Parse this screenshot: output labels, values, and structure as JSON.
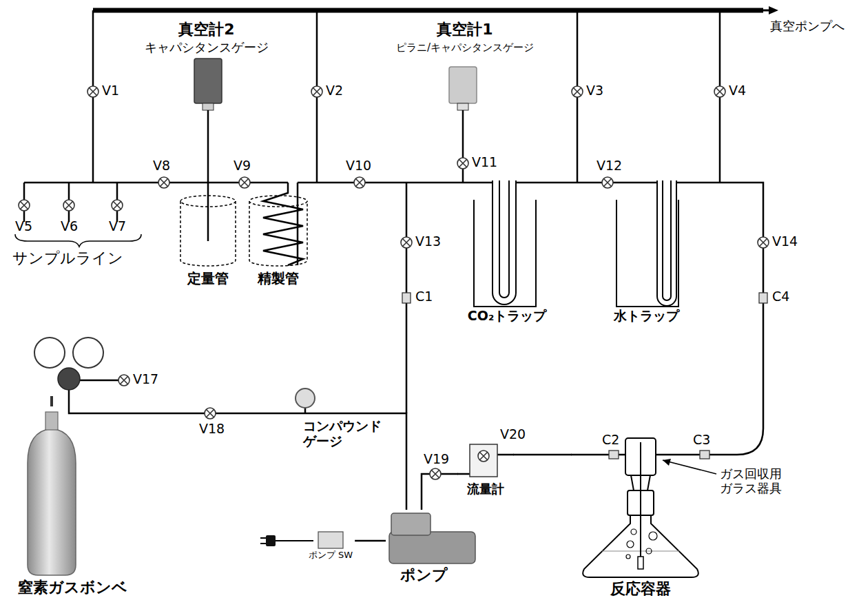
{
  "diagram": {
    "nodes": [
      {
        "text": [
          "真空計2",
          "キャパシタンスゲージ"
        ]
      },
      {
        "text": [
          "真空計1",
          "ピラニ/キャパシタンスゲージ"
        ]
      },
      {
        "text": [
          "定量管"
        ]
      },
      {
        "text": [
          "精製管"
        ]
      },
      {
        "text": [
          "CO₂トラップ"
        ]
      },
      {
        "text": [
          "水トラップ"
        ]
      },
      {
        "text": [
          "コンパウンド ゲージ"
        ]
      },
      {
        "text": [
          "流量計"
        ]
      },
      {
        "text": [
          "ポンプ SW"
        ]
      },
      {
        "text": [
          "ポンプ"
        ]
      },
      {
        "text": [
          "窒素ガスボンベ"
        ]
      },
      {
        "text": [
          "反応容器"
        ]
      }
    ],
    "edges": [
      {
        "from": 8,
        "to": 9,
        "arrow": "none"
      },
      {
        "from": 10,
        "to": 9,
        "arrow": "none"
      },
      {
        "from": 9,
        "to": 7,
        "arrow": "none"
      },
      {
        "from": 7,
        "to": 11,
        "arrow": "none"
      }
    ],
    "labels": [
      "真空ポンプへ",
      "V1",
      "V2",
      "V3",
      "V4",
      "V5",
      "V6",
      "V7",
      "V8",
      "V9",
      "V10",
      "V11",
      "V12",
      "V13",
      "V14",
      "C1",
      "サンプルライン",
      "V17",
      "V18",
      "C2",
      "C3",
      "C4",
      "V19",
      "V20",
      "ガス回収用 ガラス器具"
    ]
  }
}
